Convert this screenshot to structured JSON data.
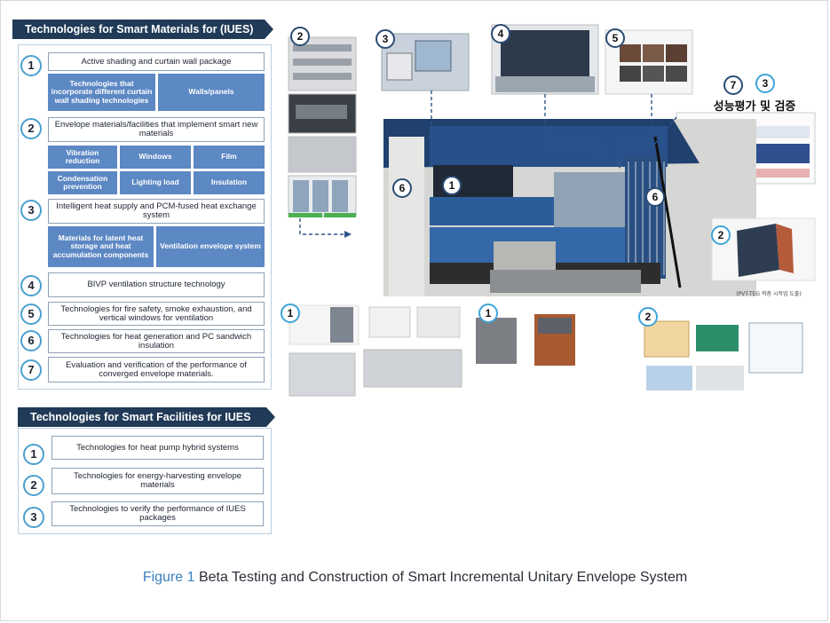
{
  "materials": {
    "header": "Technologies for Smart Materials for (IUES)",
    "items": [
      {
        "num": "1",
        "label": "Active shading and curtain wall package",
        "subs": [
          "Technologies that incorporate different curtain wall shading technologies",
          "Walls/panels"
        ]
      },
      {
        "num": "2",
        "label": "Envelope materials/facilities that implement smart new materials",
        "subs": [
          "Vibration reduction",
          "Windows",
          "Film",
          "Condensation prevention",
          "Lighting load",
          "Insulation"
        ]
      },
      {
        "num": "3",
        "label": "Intelligent heat supply and PCM-fused heat exchange system",
        "subs": [
          "Materials for latent heat storage and heat accumulation components",
          "Ventilation envelope system"
        ]
      },
      {
        "num": "4",
        "label": "BIVP ventilation structure technology"
      },
      {
        "num": "5",
        "label": "Technologies for fire safety, smoke exhaustion, and vertical windows for ventilation"
      },
      {
        "num": "6",
        "label": "Technologies for heat generation and PC sandwich insulation"
      },
      {
        "num": "7",
        "label": "Evaluation and verification of the performance of converged envelope materials."
      }
    ]
  },
  "facilities": {
    "header": "Technologies for Smart Facilities for IUES",
    "items": [
      {
        "num": "1",
        "label": "Technologies for heat pump hybrid systems"
      },
      {
        "num": "2",
        "label": "Technologies for energy-harvesting envelope materials"
      },
      {
        "num": "3",
        "label": "Technologies to verify the performance of IUES packages"
      }
    ]
  },
  "figure": {
    "markers": [
      "2",
      "3",
      "4",
      "5",
      "7",
      "3",
      "6",
      "1",
      "6",
      "2",
      "1",
      "1",
      "2"
    ],
    "perf_label": "성능평가 및 검증",
    "pvt_caption": "(PVT-TEG 적층 시작업 도출)"
  },
  "caption": {
    "figure_no": "Figure 1",
    "text": "Beta Testing and Construction of Smart Incremental Unitary Envelope System"
  }
}
